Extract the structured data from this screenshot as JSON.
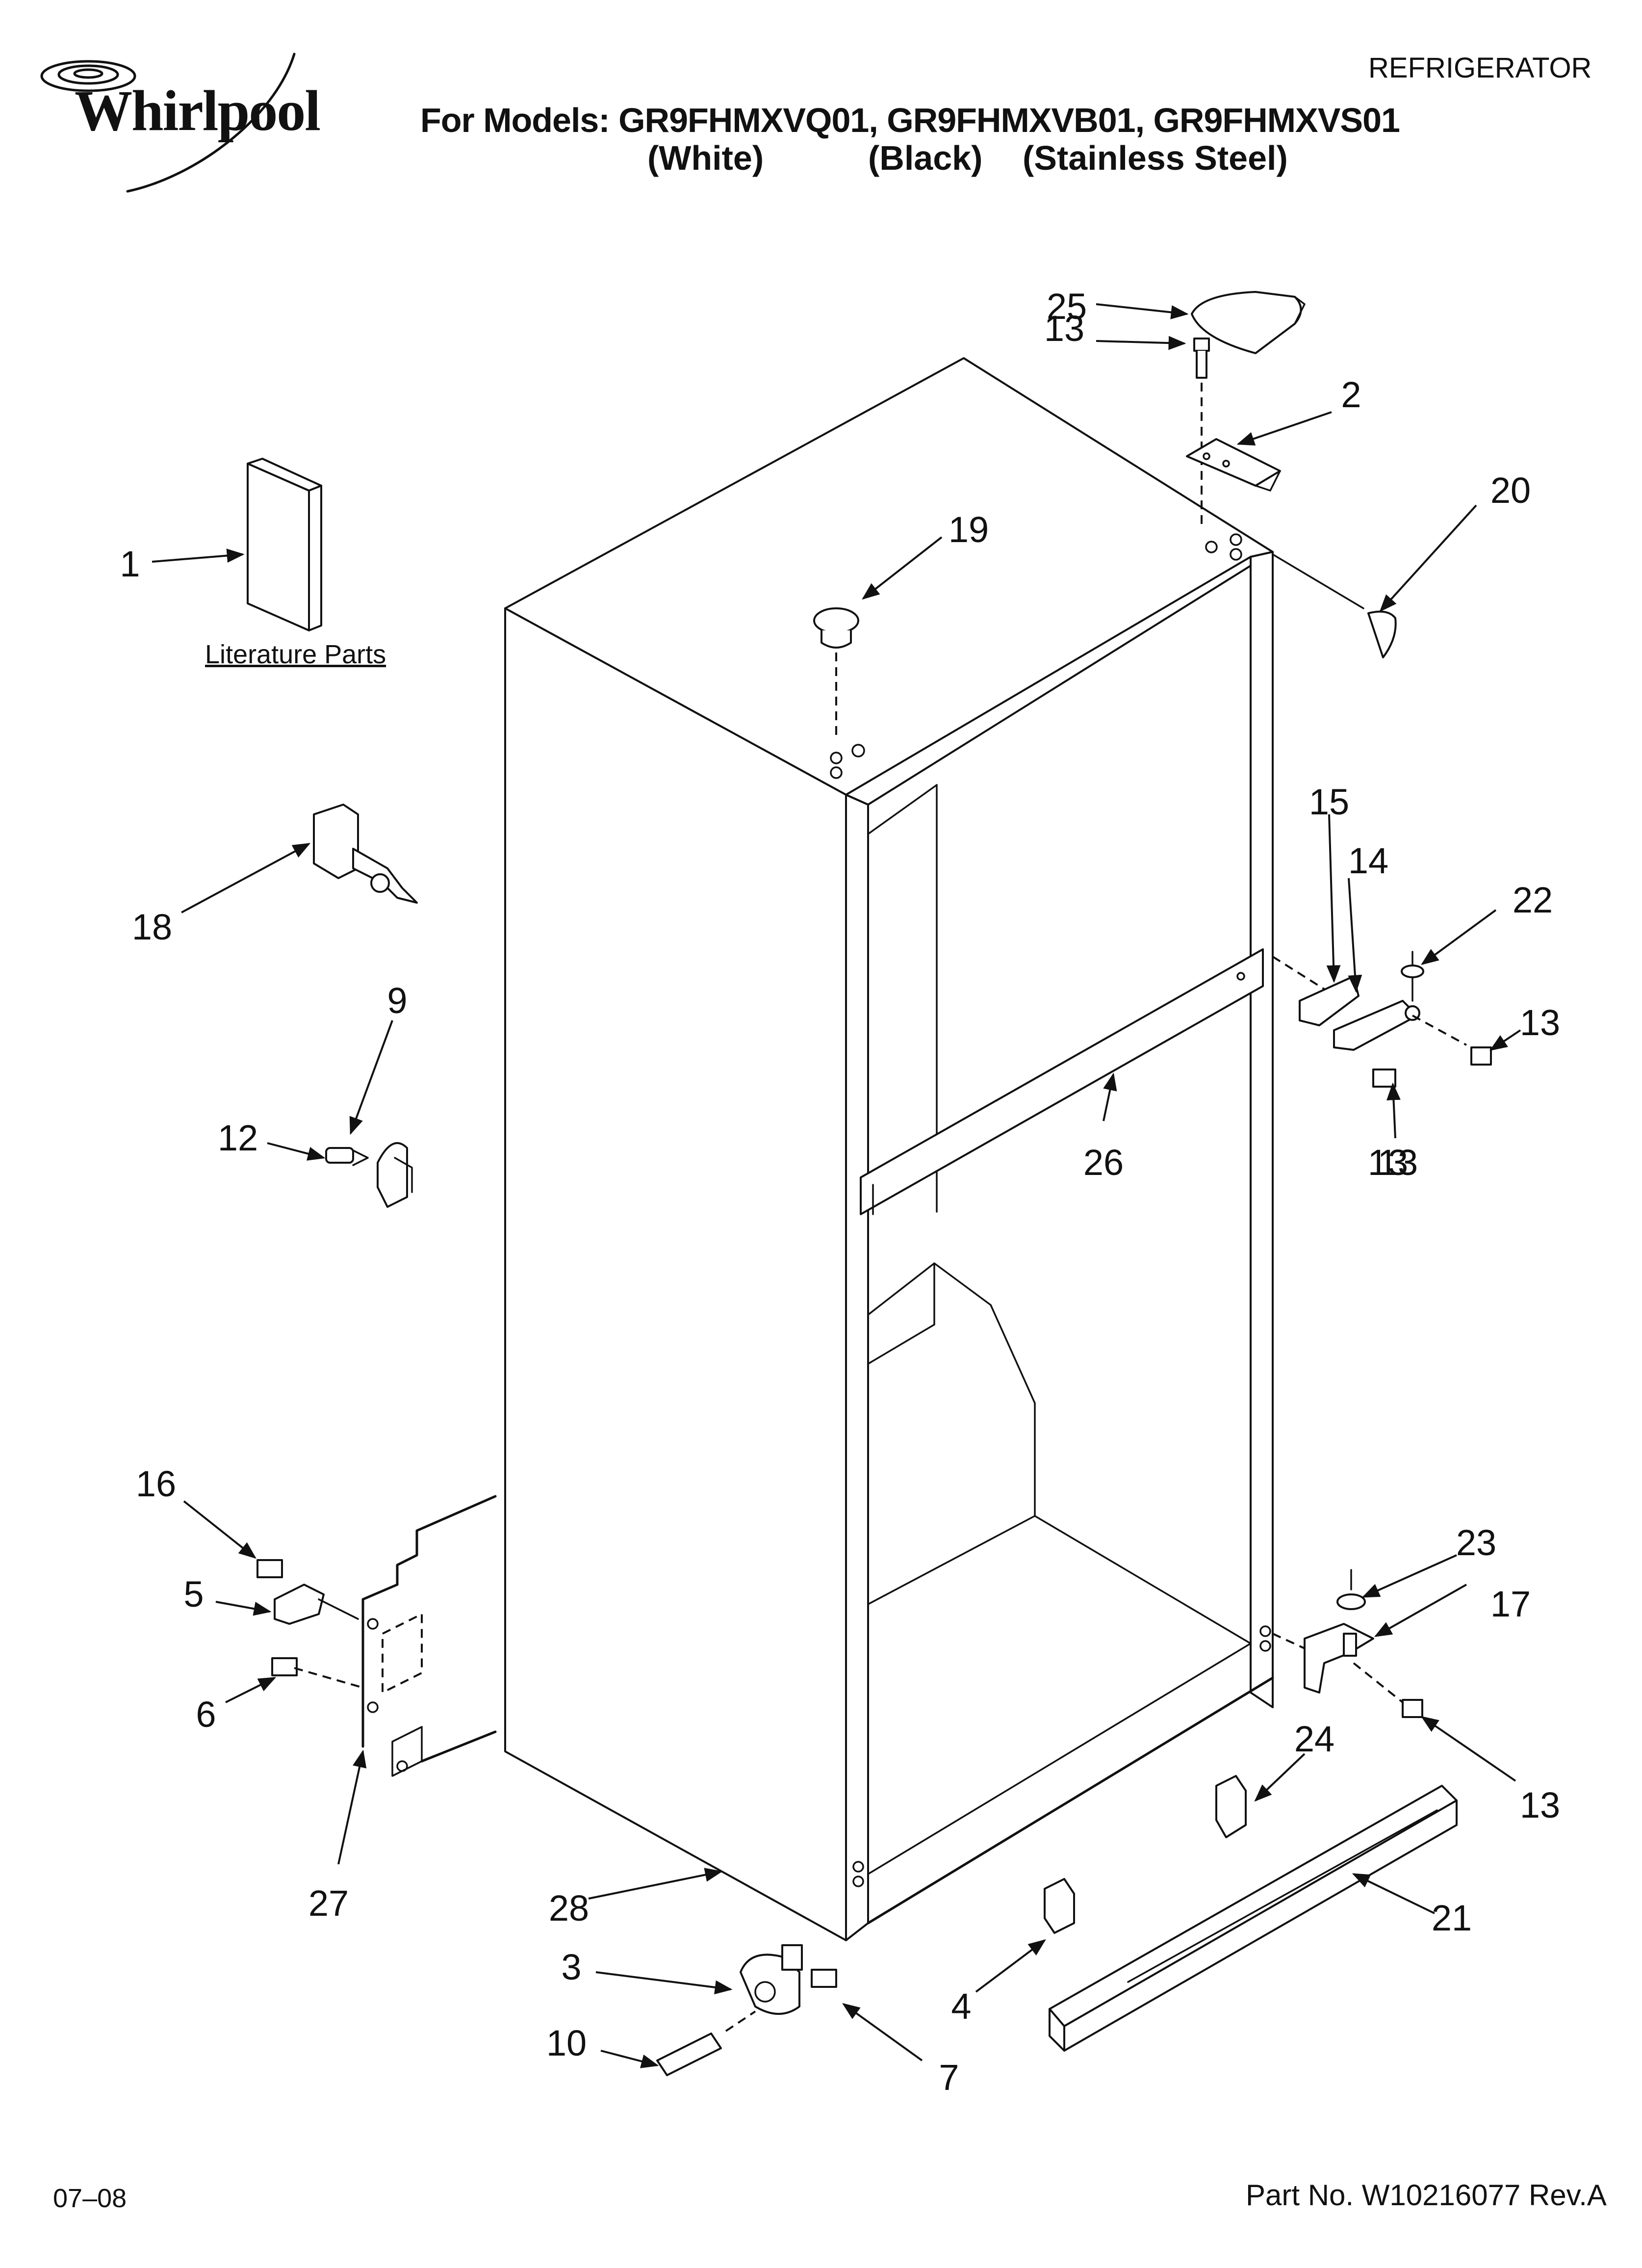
{
  "brand": "Whirlpool",
  "category": "REFRIGERATOR",
  "models_line": "For Models: GR9FHMXVQ01, GR9FHMXVB01, GR9FHMXVS01",
  "variants": [
    "(White)",
    "(Black)",
    "(Stainless Steel)"
  ],
  "literature_label": "Literature Parts",
  "footer": {
    "date": "07–08",
    "part_number": "Part No. W10216077 Rev.A"
  },
  "callouts": [
    "1",
    "2",
    "3",
    "4",
    "5",
    "6",
    "7",
    "9",
    "10",
    "12",
    "13",
    "13",
    "13",
    "13",
    "13",
    "14",
    "15",
    "16",
    "17",
    "18",
    "19",
    "20",
    "21",
    "22",
    "23",
    "24",
    "25",
    "26",
    "27",
    "28"
  ]
}
